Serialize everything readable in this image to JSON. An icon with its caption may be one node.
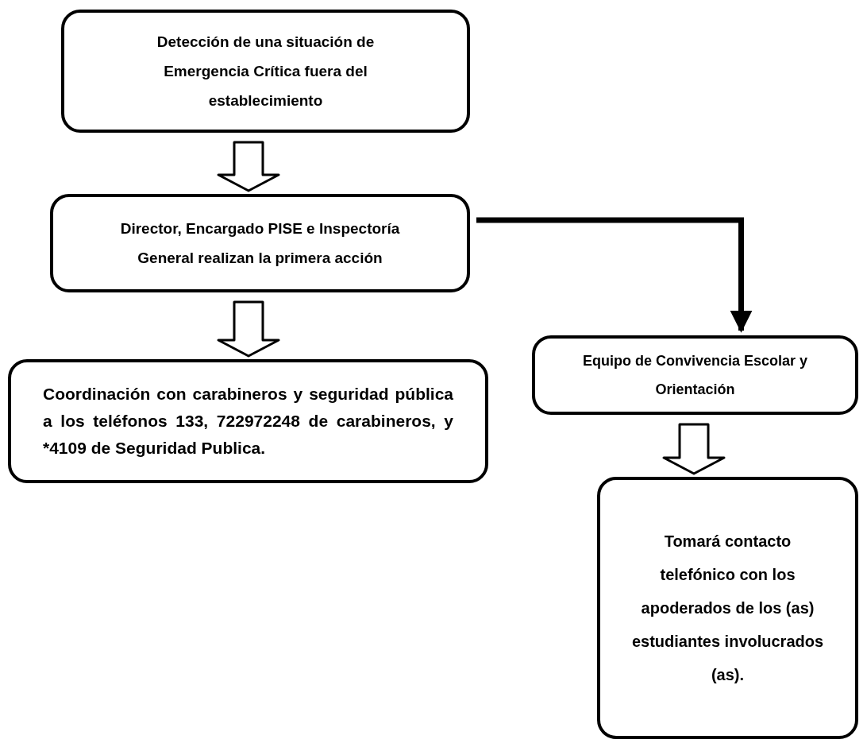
{
  "diagram": {
    "nodes": [
      {
        "text": [
          "Detección de una situación de Emergencia Crítica fuera del establecimiento"
        ]
      },
      {
        "text": [
          "Director, Encargado PISE e Inspectoría General realizan la primera acción"
        ]
      },
      {
        "text": [
          "Coordinación con carabineros y seguridad pública a los teléfonos 133, 722972248 de carabineros, y *4109 de Seguridad Publica."
        ]
      },
      {
        "text": [
          "Equipo de Convivencia Escolar y Orientación"
        ]
      },
      {
        "text": [
          "Tomará contacto telefónico con los apoderados de los (as) estudiantes involucrados (as)."
        ]
      }
    ],
    "edges": [
      {
        "from": 0,
        "to": 1,
        "arrow": "to",
        "style": "thick"
      },
      {
        "from": 1,
        "to": 2,
        "arrow": "to",
        "style": "thick"
      },
      {
        "from": 1,
        "to": 3,
        "arrow": "to"
      },
      {
        "from": 3,
        "to": 4,
        "arrow": "to",
        "style": "thick"
      }
    ]
  }
}
